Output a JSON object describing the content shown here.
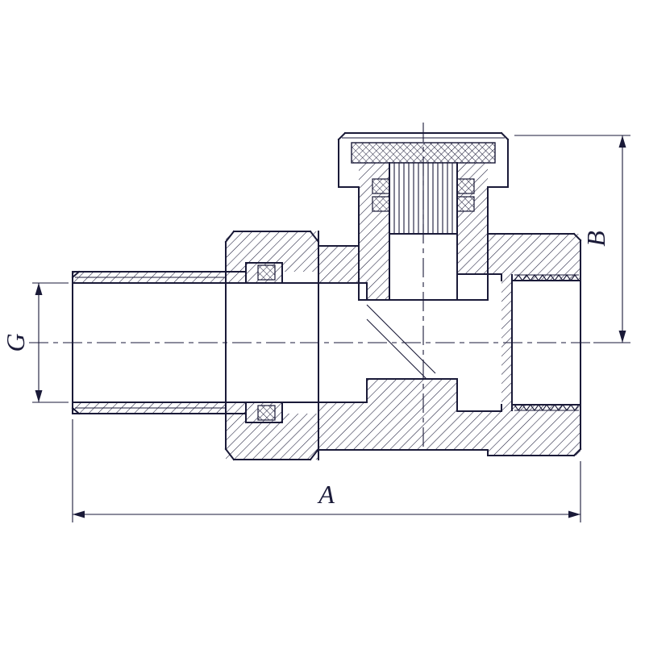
{
  "page": {
    "background": "#ffffff"
  },
  "drawing": {
    "line_color": "#1a1a38",
    "dimensions": {
      "g": "G",
      "a": "A",
      "b": "B"
    }
  }
}
